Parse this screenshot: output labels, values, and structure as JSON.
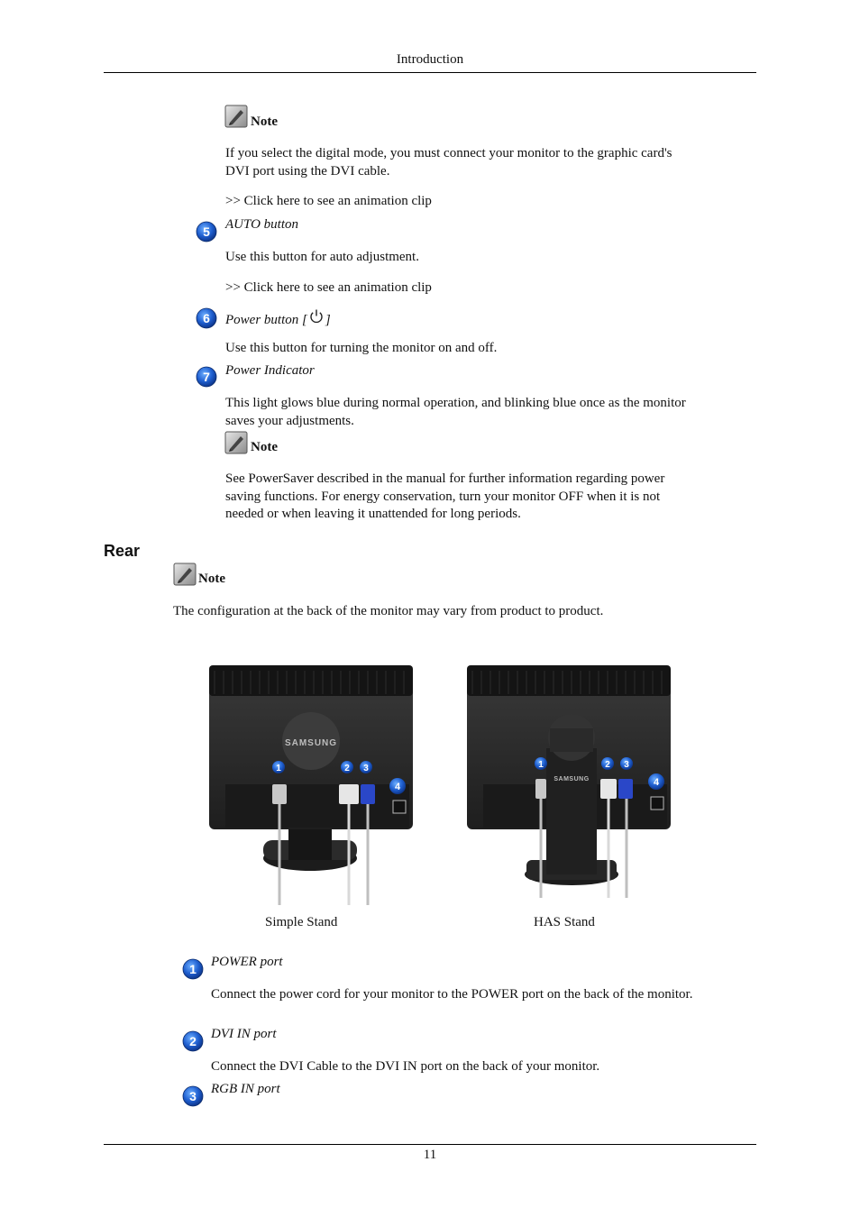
{
  "header": {
    "title": "Introduction"
  },
  "note_label": "Note",
  "front": {
    "note1_text": "If you select the digital mode, you must connect your monitor to the graphic card's DVI port using the DVI cable.",
    "link1": ">> Click here to see an animation clip",
    "item5": {
      "number": "5",
      "title": "AUTO button",
      "text": "Use this button for auto adjustment.",
      "link": ">> Click here to see an animation clip"
    },
    "item6": {
      "number": "6",
      "title_prefix": "Power button [",
      "title_suffix": "]",
      "text": "Use this button for turning the monitor on and off."
    },
    "item7": {
      "number": "7",
      "title": "Power Indicator",
      "text": "This light glows blue during normal operation, and blinking blue once as the monitor saves your adjustments."
    },
    "note2_text": "See PowerSaver described in the manual for further information regarding power saving functions. For energy conservation, turn your monitor OFF when it is not needed or when leaving it unattended for long periods."
  },
  "rear": {
    "heading": "Rear",
    "note_text": "The configuration at the back of the monitor may vary from product to product.",
    "figures": [
      {
        "brand": "SAMSUNG",
        "caption": "Simple Stand",
        "callouts": [
          "1",
          "2",
          "3",
          "4"
        ]
      },
      {
        "brand": "SAMSUNG",
        "caption": "HAS Stand",
        "callouts": [
          "1",
          "2",
          "3",
          "4"
        ]
      }
    ],
    "items": [
      {
        "number": "1",
        "title": "POWER port",
        "text": "Connect the power cord for your monitor to the POWER port on the back of the monitor."
      },
      {
        "number": "2",
        "title": "DVI IN port",
        "text": "Connect the DVI Cable to the DVI IN port on the back of your monitor."
      },
      {
        "number": "3",
        "title": "RGB IN port"
      }
    ]
  },
  "footer": {
    "page_number": "11"
  },
  "colors": {
    "callout_blue": "#1f5fd0",
    "monitor_body": "#2a2a2a"
  },
  "icons": {
    "note": "note-pencil-icon",
    "power": "power-icon",
    "number": "number-badge-icon"
  }
}
